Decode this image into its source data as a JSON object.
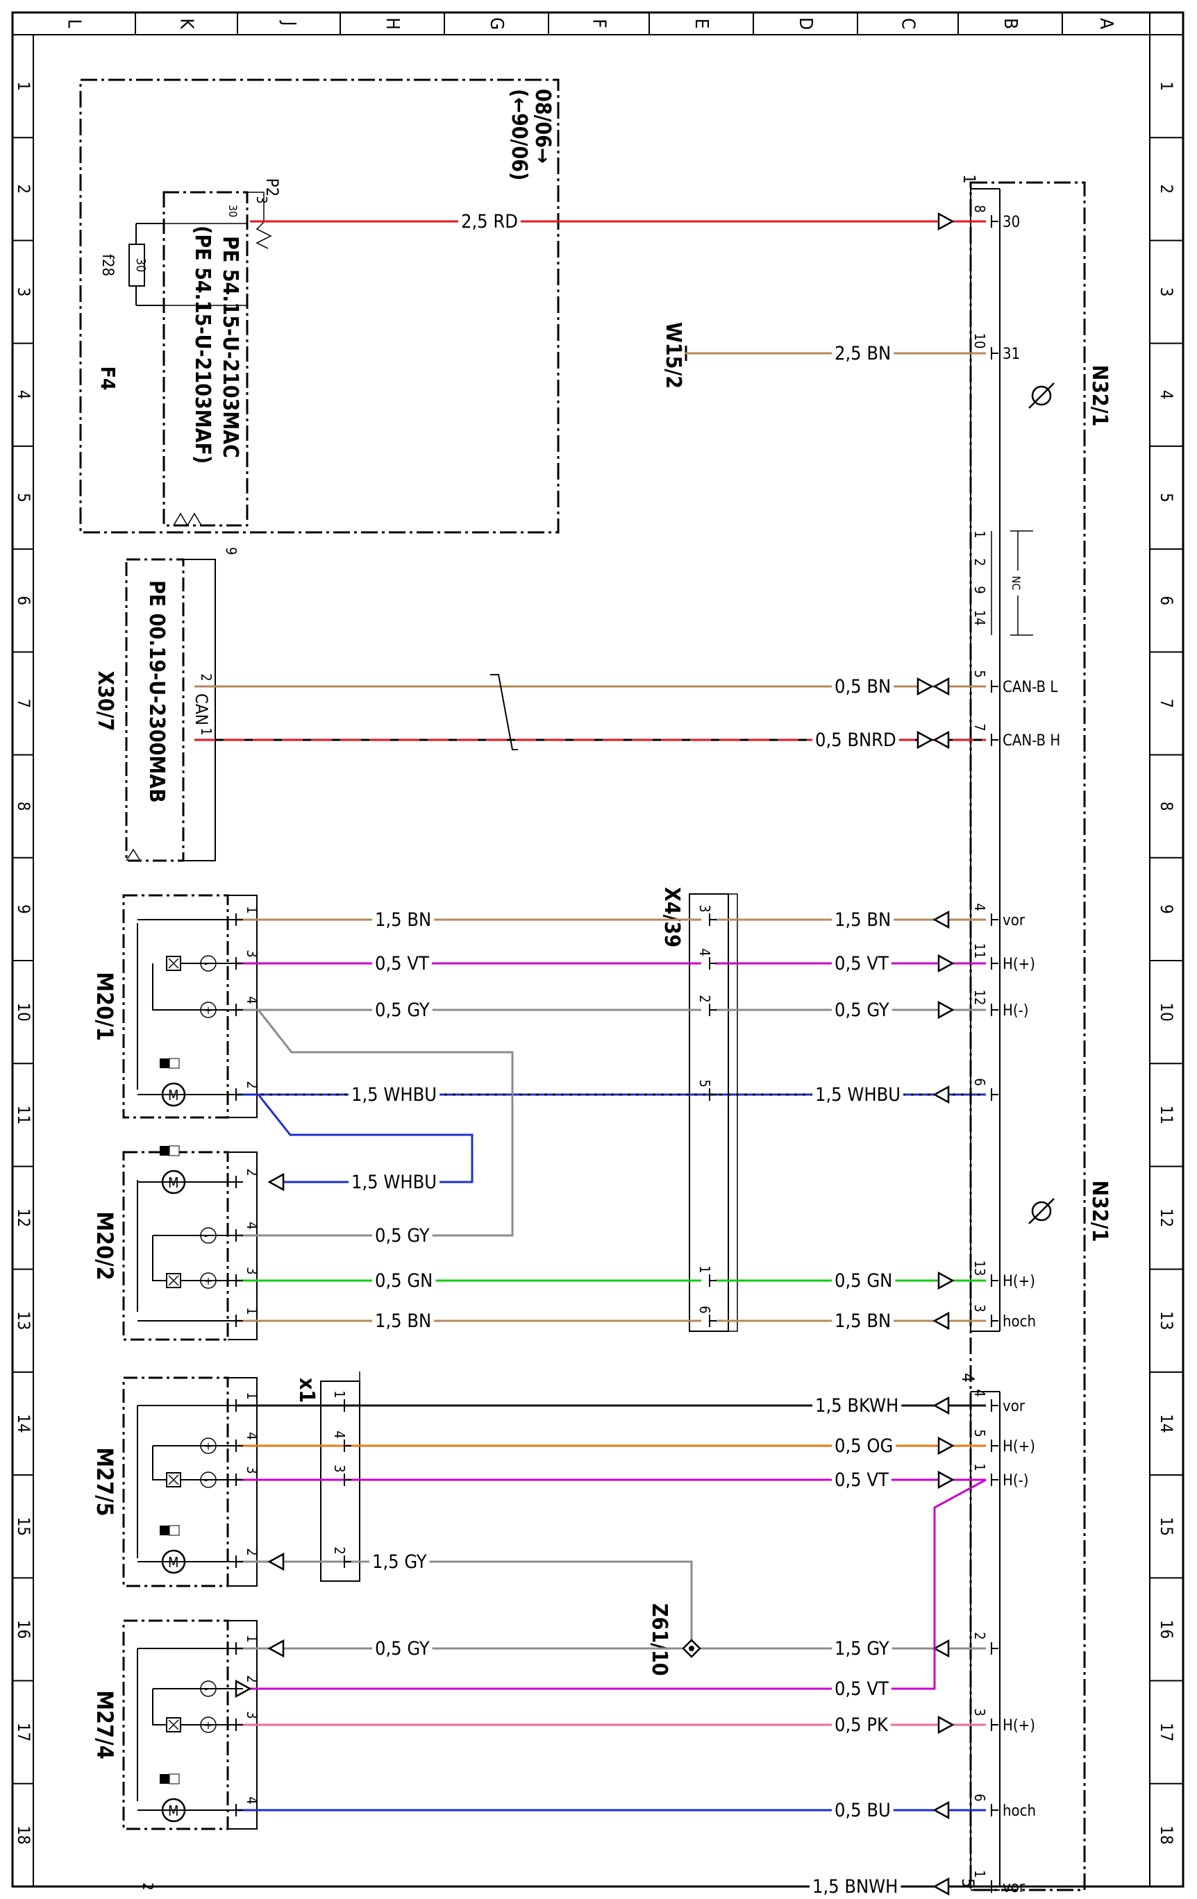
{
  "frame": {
    "columns": [
      "L",
      "K",
      "J",
      "H",
      "G",
      "F",
      "E",
      "D",
      "C",
      "B",
      "A"
    ],
    "rows": [
      "1",
      "2",
      "3",
      "4",
      "5",
      "6",
      "7",
      "8",
      "9",
      "10",
      "11",
      "12",
      "13",
      "14",
      "15",
      "16",
      "17",
      "18"
    ]
  },
  "colors": {
    "RD": "#e8141c",
    "BN": "#b8875a",
    "BNRD": "#c33a30",
    "VT": "#cc00cc",
    "GY": "#8c8c8c",
    "WHBU": "#1d2fcf",
    "GN": "#11cc11",
    "BKWH": "#111111",
    "OG": "#ee7711",
    "PK": "#ee6a99",
    "BU": "#1b2bd6"
  },
  "components": {
    "f4": {
      "title": "F4",
      "fuse": "f28",
      "fuse_value": "30",
      "plug": "P2",
      "pin_top": "3",
      "pin_30": "30",
      "ref1": "PE 54.15-U-2103MAC",
      "ref2": "(PE 54.15-U-2103MAF)"
    },
    "validity": {
      "a": "08/06→",
      "b": "(←90/06)"
    },
    "w15": {
      "title": "W15/2"
    },
    "x30": {
      "title": "X30/7",
      "bus": "CAN",
      "ref": "PE 00.19-U-2300MAB",
      "pin_a": "2",
      "pin_b": "1",
      "corner": "9"
    },
    "n32a": {
      "title": "N32/1",
      "corner": "1"
    },
    "n32b": {
      "title": "N32/1"
    },
    "x439": {
      "title": "X4/39"
    },
    "x1": {
      "title": "x1"
    },
    "z61": {
      "title": "Z61/10"
    },
    "m201": {
      "title": "M20/1"
    },
    "m202": {
      "title": "M20/2"
    },
    "m275": {
      "title": "M27/5"
    },
    "m274": {
      "title": "M27/4"
    },
    "nc": {
      "label": "NC",
      "pins": [
        "1",
        "2",
        "9",
        "14"
      ]
    },
    "corner4": "4",
    "corner5": "5",
    "corner2": "2"
  },
  "wires": {
    "w1": "2,5 RD",
    "w2": "2,5 BN",
    "w3": "0,5 BN",
    "w4": "0,5 BNRD",
    "w5l": "1,5 BN",
    "w5r": "1,5 BN",
    "w6l": "0,5 VT",
    "w6r": "0,5 VT",
    "w7l": "0,5 GY",
    "w7r": "0,5 GY",
    "w8l": "1,5 WHBU",
    "w8r": "1,5 WHBU",
    "w9": "1,5 WHBU",
    "w10": "0,5 GY",
    "w11l": "0,5 GN",
    "w11r": "0,5 GN",
    "w12l": "1,5 BN",
    "w12r": "1,5 BN",
    "w13": "1,5 BKWH",
    "w14": "0,5 OG",
    "w15": "0,5 VT",
    "w16": "1,5 GY",
    "w17l": "0,5 GY",
    "w17r": "1,5 GY",
    "w18": "0,5 VT",
    "w19": "0,5 PK",
    "w20": "0,5 BU",
    "w21": "1,5 BNWH"
  },
  "pins": {
    "n_30": "30",
    "n_31": "31",
    "n_canl": "CAN-B L",
    "n_canh": "CAN-B H",
    "n_vor": "vor",
    "n_hp": "H(+)",
    "n_hm": "H(-)",
    "n_hoch": "hoch"
  }
}
